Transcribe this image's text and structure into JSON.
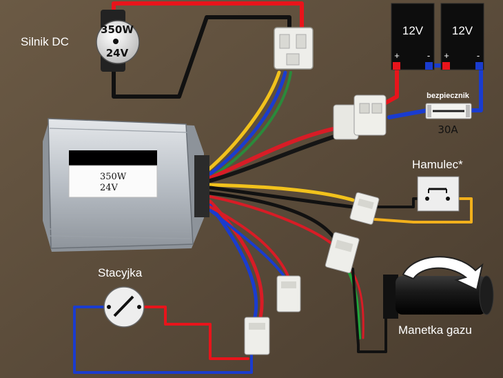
{
  "labels": {
    "motor": "Silnik DC",
    "motor_power": "350W",
    "motor_voltage": "24V",
    "battery_left": "12V",
    "battery_right": "12V",
    "plus": "+",
    "minus": "-",
    "fuse": "bezpiecznik",
    "fuse_rating": "30A",
    "brake": "Hamulec*",
    "controller_power": "350W",
    "controller_voltage": "24V",
    "ignition": "Stacyjka",
    "throttle": "Manetka gazu"
  },
  "colors": {
    "background": "#5a4b3a",
    "wire_red": "#e8141b",
    "wire_black": "#111111",
    "wire_blue": "#1a3ccf",
    "wire_yellow": "#f2b01c",
    "wire_green": "#22a63b",
    "battery": "#0d0d0d",
    "controller": "#c7ccd2"
  },
  "icons": {
    "motor": "motor-icon",
    "battery": "battery-icon",
    "fuse": "fuse-icon",
    "brake": "brake-switch-icon",
    "ignition": "ignition-switch-icon",
    "throttle": "throttle-grip-icon"
  }
}
